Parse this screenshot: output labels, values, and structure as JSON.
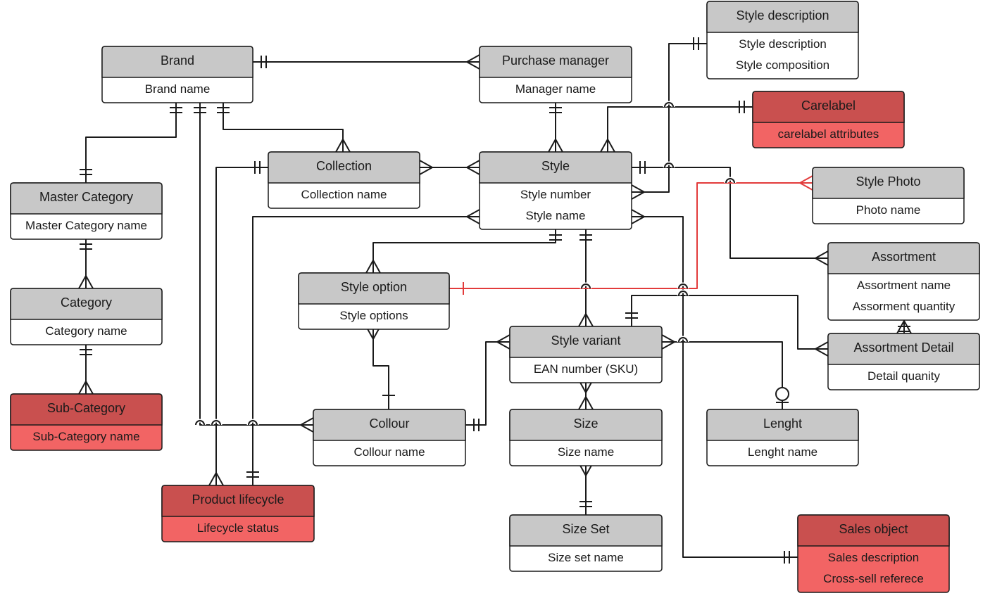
{
  "colors": {
    "header_gray": "#c8c8c8",
    "body_white": "#ffffff",
    "header_red": "#c9504f",
    "body_red": "#f26464",
    "line": "#1a1a1a",
    "line_red": "#e23b3b"
  },
  "entities": [
    {
      "id": "brand",
      "title": "Brand",
      "attributes": [
        "Brand name"
      ],
      "highlight": false
    },
    {
      "id": "purchase-manager",
      "title": "Purchase manager",
      "attributes": [
        "Manager name"
      ],
      "highlight": false
    },
    {
      "id": "style-description",
      "title": "Style description",
      "attributes": [
        "Style description",
        "Style composition"
      ],
      "highlight": false
    },
    {
      "id": "carelabel",
      "title": "Carelabel",
      "attributes": [
        "carelabel attributes"
      ],
      "highlight": true
    },
    {
      "id": "master-category",
      "title": "Master Category",
      "attributes": [
        "Master Category name"
      ],
      "highlight": false
    },
    {
      "id": "collection",
      "title": "Collection",
      "attributes": [
        "Collection name"
      ],
      "highlight": false
    },
    {
      "id": "style",
      "title": "Style",
      "attributes": [
        "Style number",
        "Style name"
      ],
      "highlight": false
    },
    {
      "id": "style-photo",
      "title": "Style Photo",
      "attributes": [
        "Photo name"
      ],
      "highlight": false
    },
    {
      "id": "category",
      "title": "Category",
      "attributes": [
        "Category name"
      ],
      "highlight": false
    },
    {
      "id": "style-option",
      "title": "Style option",
      "attributes": [
        "Style options"
      ],
      "highlight": false
    },
    {
      "id": "assortment",
      "title": "Assortment",
      "attributes": [
        "Assortment name",
        "Assorment quantity"
      ],
      "highlight": false
    },
    {
      "id": "style-variant",
      "title": "Style variant",
      "attributes": [
        "EAN number (SKU)"
      ],
      "highlight": false
    },
    {
      "id": "assortment-detail",
      "title": "Assortment Detail",
      "attributes": [
        "Detail quanity"
      ],
      "highlight": false
    },
    {
      "id": "sub-category",
      "title": "Sub-Category",
      "attributes": [
        "Sub-Category name"
      ],
      "highlight": true
    },
    {
      "id": "collour",
      "title": "Collour",
      "attributes": [
        "Collour name"
      ],
      "highlight": false
    },
    {
      "id": "size",
      "title": "Size",
      "attributes": [
        "Size name"
      ],
      "highlight": false
    },
    {
      "id": "lenght",
      "title": "Lenght",
      "attributes": [
        "Lenght name"
      ],
      "highlight": false
    },
    {
      "id": "product-lifecycle",
      "title": "Product lifecycle",
      "attributes": [
        "Lifecycle status"
      ],
      "highlight": true
    },
    {
      "id": "size-set",
      "title": "Size Set",
      "attributes": [
        "Size set name"
      ],
      "highlight": false
    },
    {
      "id": "sales-object",
      "title": "Sales object",
      "attributes": [
        "Sales description",
        "Cross-sell referece"
      ],
      "highlight": true
    }
  ],
  "relationships": [
    {
      "from": "brand",
      "from_end": "one-and-only-one",
      "to": "purchase-manager",
      "to_end": "many"
    },
    {
      "from": "brand",
      "from_end": "one-and-only-one",
      "to": "master-category",
      "to_end": "one-and-only-one"
    },
    {
      "from": "brand",
      "from_end": "one-and-only-one",
      "to": "collection",
      "to_end": "many"
    },
    {
      "from": "brand",
      "from_end": "one-and-only-one",
      "to": "collour",
      "to_end": "many"
    },
    {
      "from": "purchase-manager",
      "from_end": "one-and-only-one",
      "to": "style",
      "to_end": "many"
    },
    {
      "from": "master-category",
      "from_end": "one-and-only-one",
      "to": "category",
      "to_end": "many"
    },
    {
      "from": "category",
      "from_end": "one-and-only-one",
      "to": "sub-category",
      "to_end": "many"
    },
    {
      "from": "collection",
      "from_end": "many",
      "to": "style",
      "to_end": "many"
    },
    {
      "from": "collection",
      "from_end": "one-and-only-one",
      "to": "product-lifecycle",
      "to_end": "many"
    },
    {
      "from": "style",
      "from_end": "many",
      "to": "style-description",
      "to_end": "one-and-only-one"
    },
    {
      "from": "style",
      "from_end": "many",
      "to": "carelabel",
      "to_end": "one-and-only-one"
    },
    {
      "from": "style",
      "from_end": "one-and-only-one",
      "to": "assortment",
      "to_end": "many"
    },
    {
      "from": "style",
      "from_end": "many",
      "to": "product-lifecycle",
      "to_end": "one-and-only-one"
    },
    {
      "from": "style",
      "from_end": "many",
      "to": "sales-object",
      "to_end": "one-and-only-one"
    },
    {
      "from": "style",
      "from_end": "one-and-only-one",
      "to": "style-option",
      "to_end": "many"
    },
    {
      "from": "style",
      "from_end": "one-and-only-one",
      "to": "style-variant",
      "to_end": "many"
    },
    {
      "from": "style-option",
      "from_end": "one",
      "to": "style-photo",
      "to_end": "many",
      "highlight": true
    },
    {
      "from": "style-option",
      "from_end": "many",
      "to": "collour",
      "to_end": "one"
    },
    {
      "from": "style-variant",
      "from_end": "many",
      "to": "collour",
      "to_end": "one-and-only-one"
    },
    {
      "from": "style-variant",
      "from_end": "many",
      "to": "size",
      "to_end": "many"
    },
    {
      "from": "style-variant",
      "from_end": "many",
      "to": "lenght",
      "to_end": "zero-or-one"
    },
    {
      "from": "style-variant",
      "from_end": "one-and-only-one",
      "to": "assortment-detail",
      "to_end": "many"
    },
    {
      "from": "assortment",
      "from_end": "one-and-only-one",
      "to": "assortment-detail",
      "to_end": "many"
    },
    {
      "from": "size",
      "from_end": "many",
      "to": "size-set",
      "to_end": "one-and-only-one"
    }
  ]
}
